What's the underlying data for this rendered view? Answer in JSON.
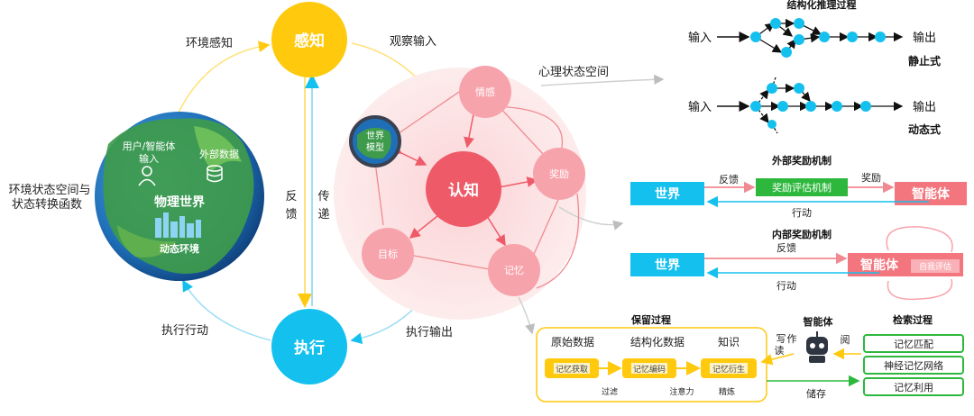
{
  "loop": {
    "perception": "感知",
    "action": "执行",
    "env_perception": "环境感知",
    "observe_input": "观察输入",
    "execute_action": "执行行动",
    "execute_output": "执行输出",
    "feedback_chars": [
      "反",
      "馈"
    ],
    "transfer_chars": [
      "传",
      "递"
    ]
  },
  "world": {
    "caption_lines": [
      "环境状态空间与",
      "状态转换函数"
    ],
    "user_agent_input_lines": [
      "用户/智能体",
      "输入"
    ],
    "external_data": "外部数据",
    "physical_world": "物理世界",
    "dynamic_env": "动态环境"
  },
  "mind": {
    "space_label": "心理状态空间",
    "cognition": "认知",
    "emotion": "情感",
    "reward": "奖励",
    "memory": "记忆",
    "goal": "目标",
    "world_model_lines": [
      "世界",
      "模型"
    ]
  },
  "structured_reasoning": {
    "title": "结构化推理过程",
    "input": "输入",
    "output": "输出",
    "static_label": "静止式",
    "dynamic_label": "动态式"
  },
  "external_reward": {
    "title": "外部奖励机制",
    "world": "世界",
    "feedback": "反馈",
    "evaluator": "奖励评估机制",
    "reward": "奖励",
    "agent": "智能体",
    "action": "行动"
  },
  "internal_reward": {
    "title": "内部奖励机制",
    "world": "世界",
    "feedback": "反馈",
    "agent": "智能体",
    "self_eval": "自我评估",
    "action": "行动"
  },
  "memory_process": {
    "retain_title": "保留过程",
    "raw_data": "原始数据",
    "structured_data": "结构化数据",
    "knowledge": "知识",
    "acquire": "记忆获取",
    "encode": "记忆编码",
    "derive": "记忆衍生",
    "filter": "过滤",
    "attention": "注意力",
    "refine": "精炼",
    "agent": "智能体",
    "write_chars": [
      "写",
      "作"
    ],
    "read_char": "读",
    "consult_char": "阅",
    "store": "储存",
    "retrieve_title": "检索过程",
    "retrieve_items": [
      "记忆匹配",
      "神经记忆网络",
      "记忆利用"
    ]
  },
  "colors": {
    "yellow": "#FFC90E",
    "cyan": "#14C0EE",
    "cognition_red": "#EE5A68",
    "pink_node": "#F7A3AC",
    "mind_bg": "#FDE3E4",
    "green": "#2DB83D",
    "agent_red": "#F3757D"
  }
}
